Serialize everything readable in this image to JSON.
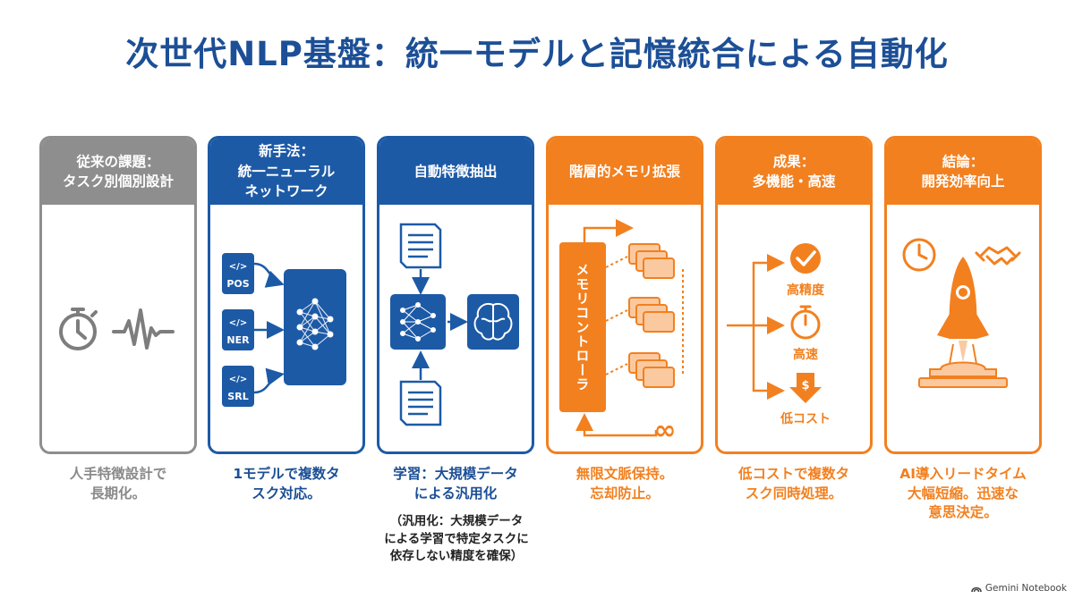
{
  "title": "次世代NLP基盤：統一モデルと記憶統合による自動化",
  "cards": [
    {
      "head": [
        "従来の課題：",
        "タスク別個別設計"
      ],
      "caption": [
        "人手特徴設計で",
        "長期化。"
      ],
      "color": "#8e8e8e"
    },
    {
      "head": [
        "新手法：",
        "統一ニューラル",
        "ネットワーク"
      ],
      "caption": [
        "1モデルで複数タ",
        "スク対応。"
      ],
      "color": "#1d5aa6",
      "tasks": [
        "POS",
        "NER",
        "SRL"
      ]
    },
    {
      "head": [
        "自動特徴抽出"
      ],
      "caption": [
        "学習：大規模データ",
        "による汎用化"
      ],
      "color": "#1d5aa6"
    },
    {
      "head": [
        "階層的メモリ拡張"
      ],
      "caption": [
        "無限文脈保持。",
        "忘却防止。"
      ],
      "color": "#f2801f",
      "controller": "メモリコントローラ"
    },
    {
      "head": [
        "成果：",
        "多機能・高速"
      ],
      "caption": [
        "低コストで複数タ",
        "スク同時処理。"
      ],
      "color": "#f2801f",
      "outcomes": [
        "高精度",
        "高速",
        "低コスト"
      ]
    },
    {
      "head": [
        "結論：",
        "開発効率向上"
      ],
      "caption": [
        "AI導入リードタイム",
        "大幅短縮。迅速な",
        "意思決定。"
      ],
      "color": "#f2801f"
    }
  ],
  "note": [
    "（汎用化：大規模データ",
    "による学習で特定タスクに",
    "依存しない精度を確保）"
  ],
  "brand": "Gemini Notebook"
}
